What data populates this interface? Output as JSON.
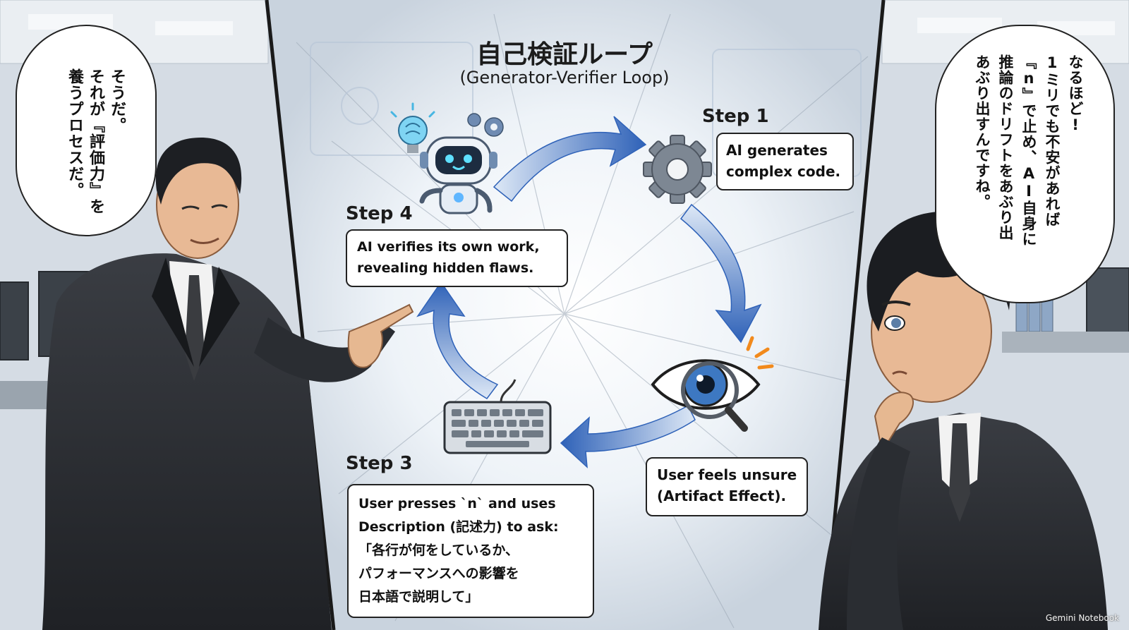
{
  "title": {
    "main": "自己検証ループ",
    "sub": "(Generator-Verifier Loop)"
  },
  "left_speech": {
    "lines": [
      "そうだ。",
      "それが『評価力』を",
      "養うプロセスだ。"
    ]
  },
  "right_speech": {
    "lines": [
      "なるほど!",
      "1ミリでも不安があれば",
      "『n』で止め、AI自身に",
      "推論のドリフトをあぶり出",
      "あぶり出すんですね。"
    ]
  },
  "steps": [
    {
      "label": "Step 1",
      "lines": [
        "AI generates",
        "complex code."
      ]
    },
    {
      "label": "",
      "lines": [
        "User feels unsure",
        "(Artifact Effect)."
      ]
    },
    {
      "label": "Step 3",
      "lines": [
        "User presses `n` and uses",
        "Description (記述力) to ask:",
        "「各行が何をしているか、",
        "パフォーマンスへの影響を",
        "日本語で説明して」"
      ]
    },
    {
      "label": "Step 4",
      "lines": [
        "AI verifies its own work,",
        "revealing hidden flaws."
      ]
    }
  ],
  "icons": [
    "robot-icon",
    "brain-lightbulb-icon",
    "gear-icon",
    "eye-magnifier-icon",
    "keyboard-icon",
    "loop-arrow-icon"
  ],
  "watermark": "Gemini Notebook",
  "colors": {
    "arrow": "#3a6fc4",
    "suit": "#2b2d31",
    "background": "#dfe5ec"
  }
}
